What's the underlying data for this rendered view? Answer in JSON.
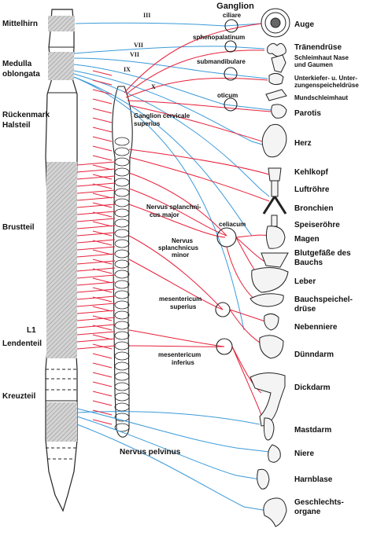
{
  "header": "Ganglion",
  "cranial_nerves": [
    "III",
    "VII",
    "VII",
    "IX",
    "X"
  ],
  "regions": [
    "Mittelhirn",
    "Medulla",
    "oblongata",
    "Rückenmark",
    "Halsteil",
    "Brustteil",
    "L1",
    "Lendenteil",
    "Kreuzteil"
  ],
  "ganglia": [
    "ciliare",
    "sphenopalatinum",
    "submandibulare",
    "oticum",
    "Ganglion cervicale",
    "superius",
    "celiacum",
    "mesentericum",
    "superius",
    "mesentericum",
    "inferius"
  ],
  "nerves": [
    "Nervus splanchni-",
    "cus major",
    "Nervus",
    "splanchnicus",
    "minor",
    "Nervus pelvinus"
  ],
  "organs": [
    "Auge",
    "Tränendrüse",
    "Schleimhaut Nase",
    "und Gaumen",
    "Unterkiefer- u. Unter-",
    "zungenspeicheldrüse",
    "Mundschleimhaut",
    "Parotis",
    "Herz",
    "Kehlkopf",
    "Luftröhre",
    "Bronchien",
    "Speiseröhre",
    "Magen",
    "Blutgefäße des",
    "Bauchs",
    "Leber",
    "Bauchspeichel-",
    "drüse",
    "Nebenniere",
    "Dünndarm",
    "Dickdarm",
    "Mastdarm",
    "Niere",
    "Harnblase",
    "Geschlechts-",
    "organe"
  ],
  "colors": {
    "sympathetic": "#e8203a",
    "parasympathetic": "#3a9ad9",
    "outline": "#222222",
    "hatch": "#bdbdbd"
  }
}
